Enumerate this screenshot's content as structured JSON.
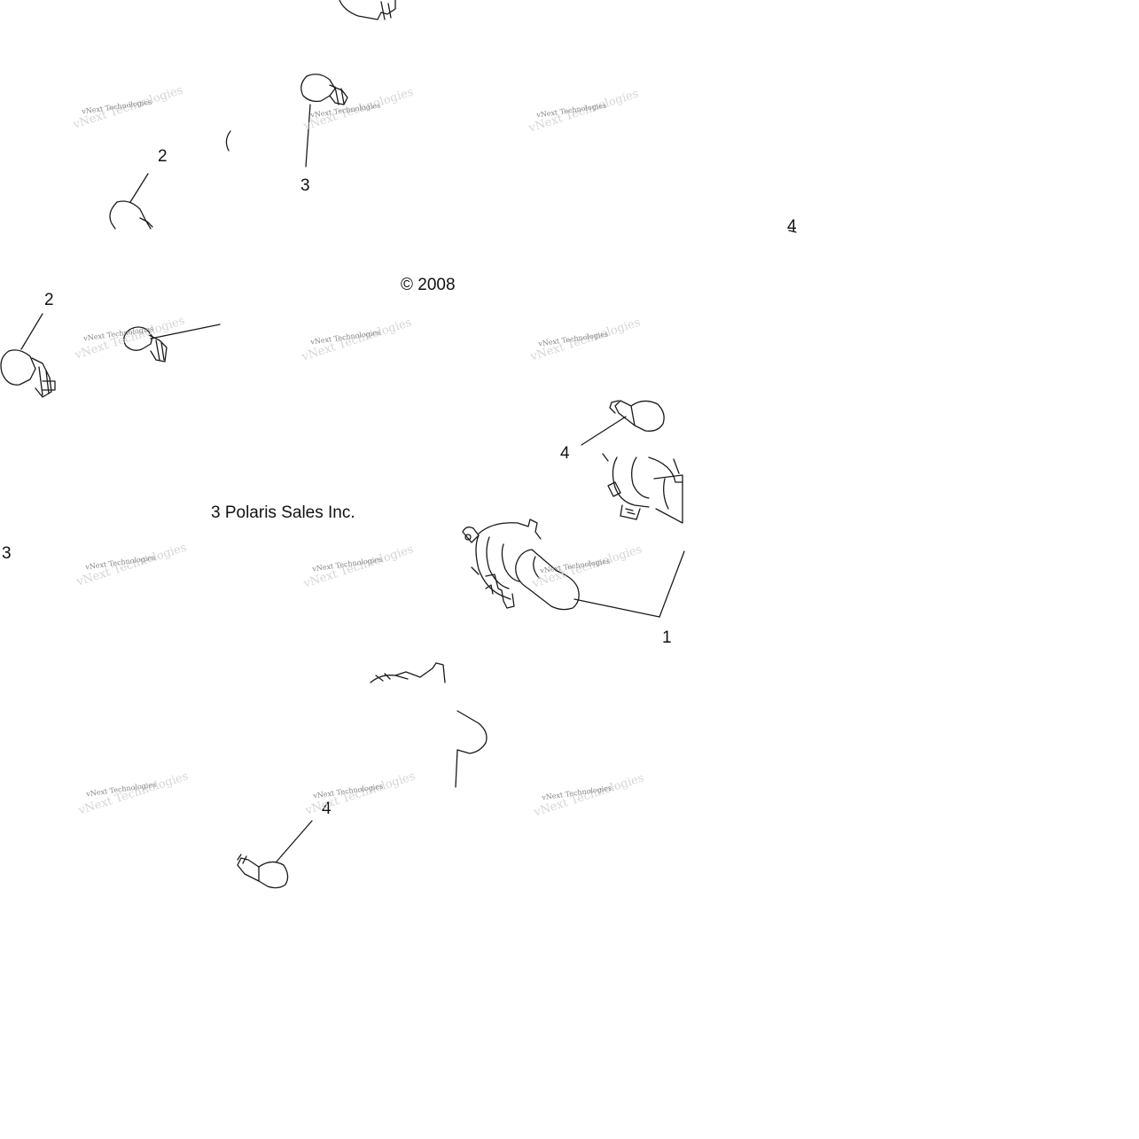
{
  "diagram": {
    "callouts": {
      "c1": "1",
      "c2a": "2",
      "c2b": "2",
      "c3a": "3",
      "c3b": "3",
      "c4a": "4",
      "c4b": "4",
      "c4c": "4"
    },
    "copyright": {
      "part_a": "© 2008",
      "part_b": "3 Polaris Sales Inc."
    },
    "watermark": "vNext Technologies"
  }
}
